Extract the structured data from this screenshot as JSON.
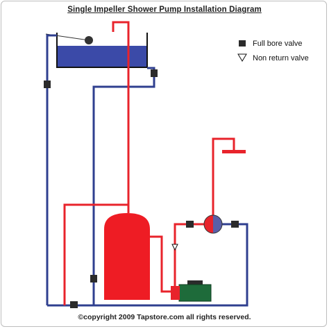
{
  "title": "Single Impeller Shower Pump Installation Diagram",
  "legend": {
    "full_bore_valve": "Full bore valve",
    "non_return_valve": "Non return valve"
  },
  "footer": "©copyright 2009 Tapstore.com all rights reserved.",
  "colors": {
    "hot_pipe": "#e8232b",
    "cold_pipe": "#2f3f8f",
    "tank_water": "#3b4aa8",
    "cylinder": "#ee1c24",
    "pump": "#1e6b3a",
    "valve": "#2b2b2b"
  }
}
